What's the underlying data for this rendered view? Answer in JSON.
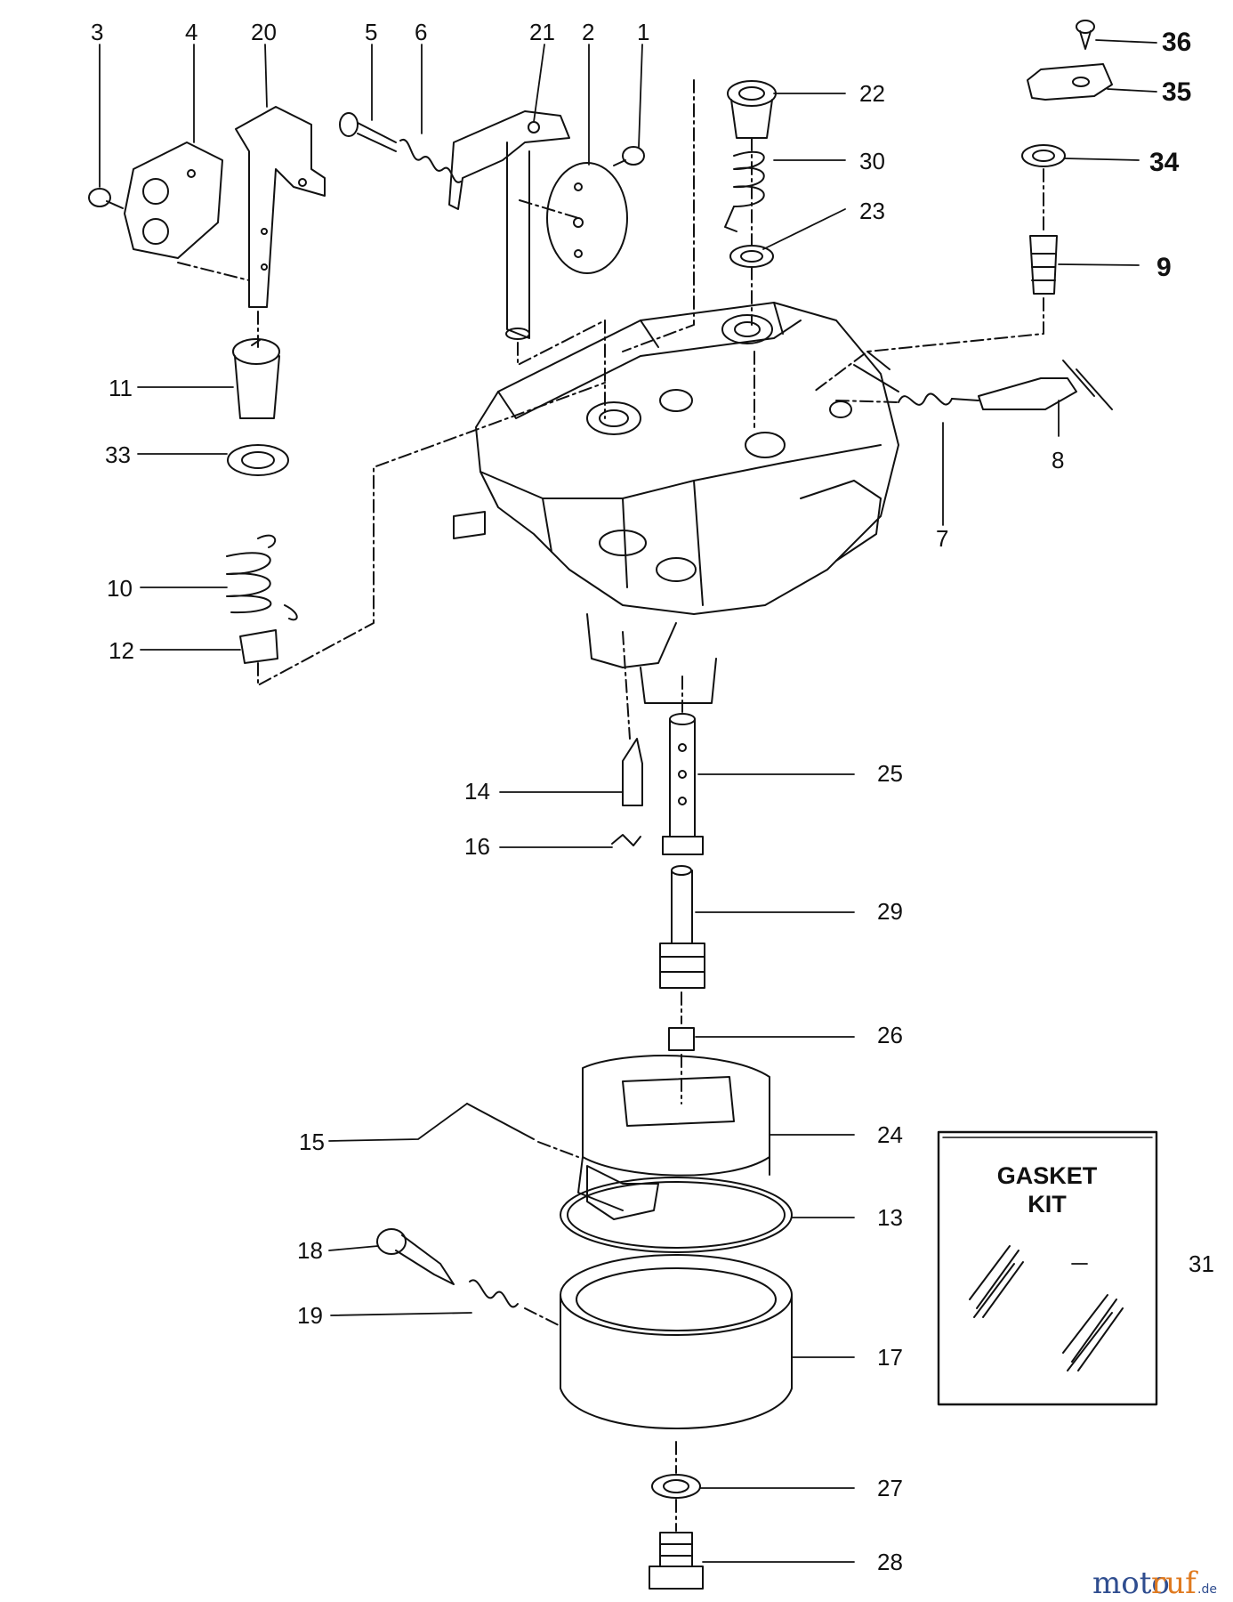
{
  "callouts": [
    "1",
    "2",
    "3",
    "4",
    "5",
    "6",
    "7",
    "8",
    "9",
    "10",
    "11",
    "12",
    "13",
    "14",
    "15",
    "16",
    "17",
    "18",
    "19",
    "20",
    "21",
    "22",
    "23",
    "24",
    "25",
    "26",
    "27",
    "28",
    "29",
    "30",
    "31",
    "33",
    "34",
    "35",
    "36"
  ],
  "gasket_kit": {
    "line1": "GASKET",
    "line2": "KIT"
  },
  "watermark": {
    "part1": "moto",
    "part2": "ruf",
    "suffix": ".de"
  },
  "colors": {
    "ink": "#111111",
    "watermark_blue": "#2f4d8f",
    "watermark_orange": "#e07a1f"
  }
}
